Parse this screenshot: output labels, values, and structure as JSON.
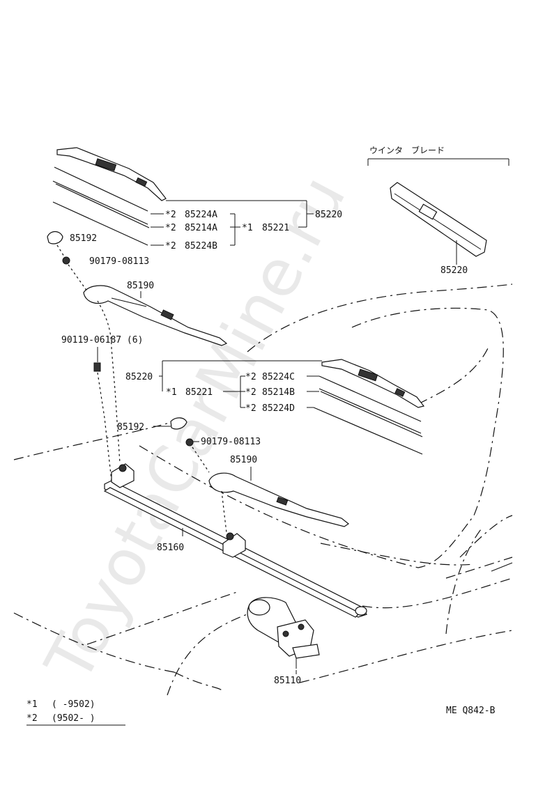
{
  "watermark": "ToyotaCarMine.ru",
  "winter_blade": {
    "title": "ウインタ　ブレード",
    "part": "85220"
  },
  "upper_blade_group": {
    "assembly": "85220",
    "sub": "85221",
    "sub_mark": "*1",
    "items": [
      {
        "mark": "*2",
        "part": "85224A"
      },
      {
        "mark": "*2",
        "part": "85214A"
      },
      {
        "mark": "*2",
        "part": "85224B"
      }
    ]
  },
  "lower_blade_group": {
    "assembly": "85220",
    "sub": "85221",
    "sub_mark": "*1",
    "items": [
      {
        "mark": "*2",
        "part": "85224C"
      },
      {
        "mark": "*2",
        "part": "85214B"
      },
      {
        "mark": "*2",
        "part": "85224D"
      }
    ]
  },
  "labels": {
    "cap_upper": "85192",
    "nut_upper": "90179-08113",
    "arm_upper": "85190",
    "bolt": "90119-06187 (6)",
    "cap_lower": "85192",
    "nut_lower": "90179-08113",
    "arm_lower": "85190",
    "link": "85160",
    "motor": "85110"
  },
  "notes": [
    {
      "mark": "*1",
      "range": "(      -9502)"
    },
    {
      "mark": "*2",
      "range": "(9502-       )"
    }
  ],
  "diagram_code": "ME Q842-B"
}
